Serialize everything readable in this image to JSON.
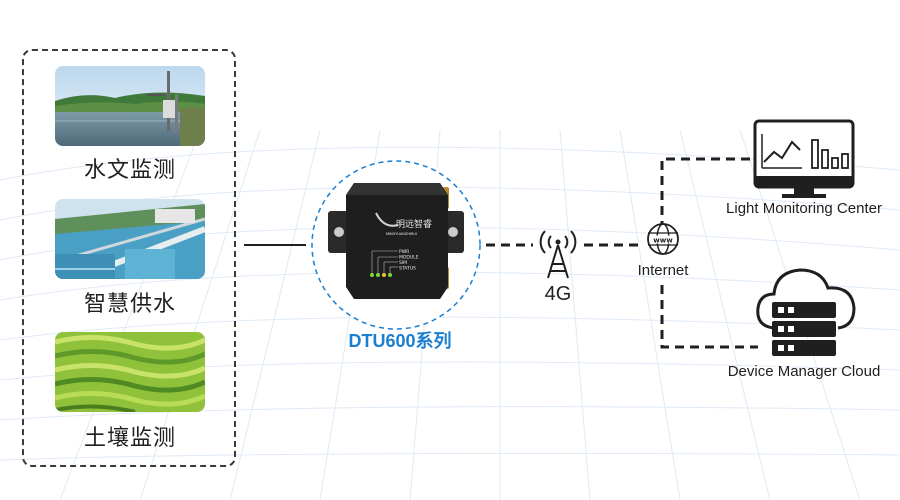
{
  "applications": [
    {
      "label": "水文监测",
      "icon": "river-monitoring-photo"
    },
    {
      "label": "智慧供水",
      "icon": "water-plant-photo"
    },
    {
      "label": "土壤监测",
      "icon": "rice-terrace-photo"
    }
  ],
  "device": {
    "caption": "DTU600系列",
    "brand": "明远智睿",
    "brand_sub": "MINGYUANZHIRUI",
    "indicators": [
      "PWR",
      "MODULE",
      "SIM",
      "STATUS"
    ]
  },
  "network": {
    "cellular_label": "4G",
    "internet_label": "Internet",
    "www_text": "www"
  },
  "destinations": {
    "monitoring_center": "Light Monitoring Center",
    "cloud": "Device Manager Cloud"
  },
  "colors": {
    "accent": "#1a7fd1",
    "line": "#1f1f1f",
    "background_grid": "#dce9f5"
  }
}
